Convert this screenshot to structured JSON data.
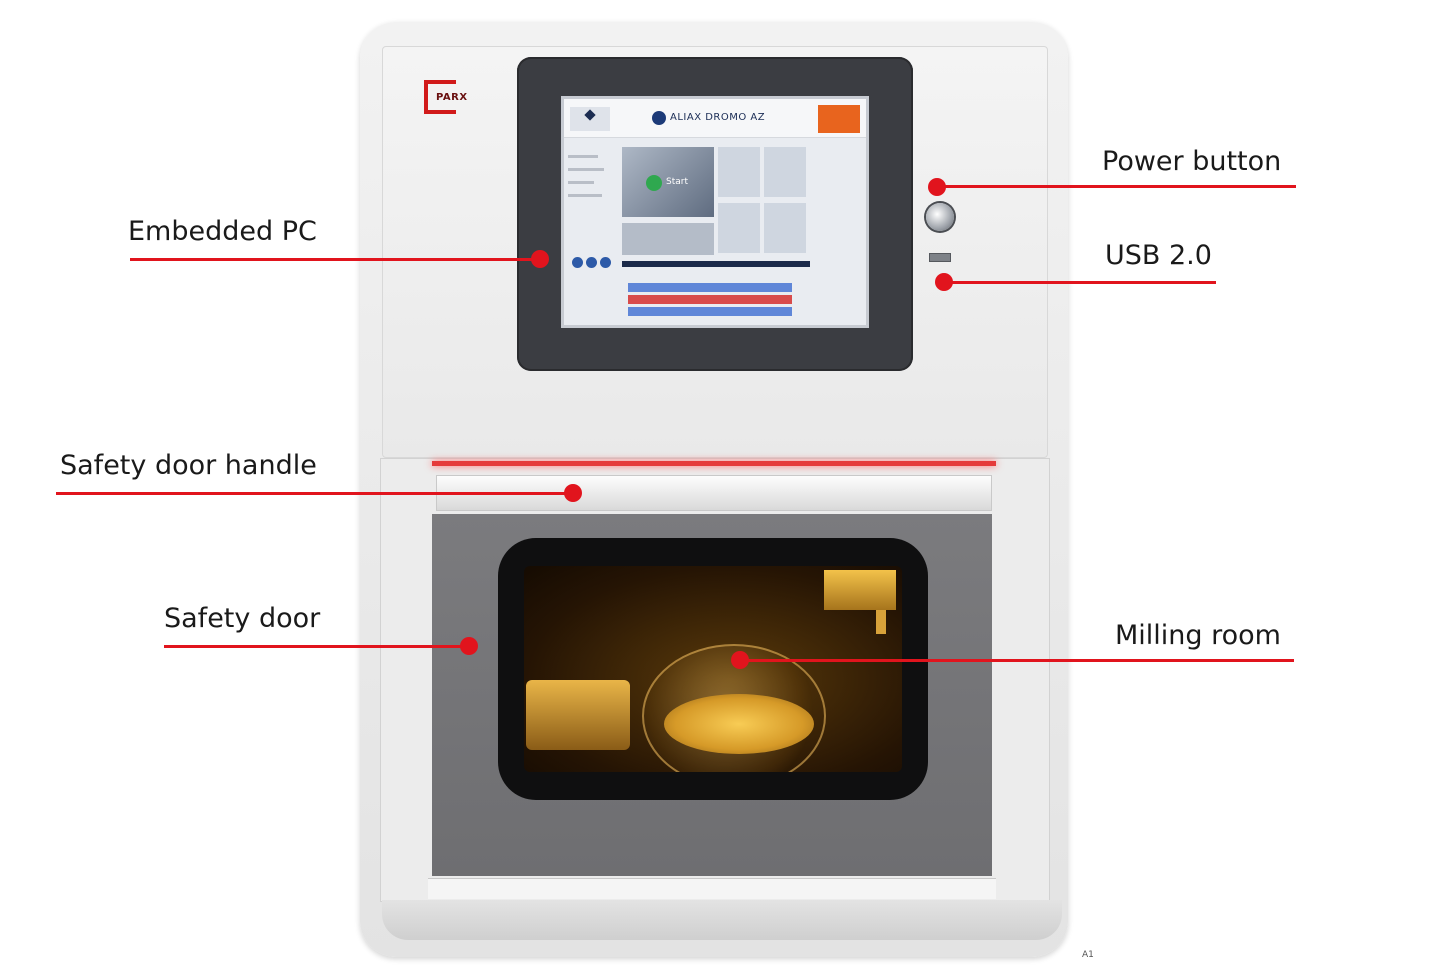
{
  "brand_logo_text": "PARX",
  "screen": {
    "brand_text": "ALIAX DROMO AZ",
    "card_label": "Start"
  },
  "callouts": {
    "embedded_pc": "Embedded PC",
    "power_button": "Power button",
    "usb": "USB 2.0",
    "safety_door_handle": "Safety door handle",
    "safety_door": "Safety door",
    "milling_room": "Milling room"
  },
  "corner_mark": "A1",
  "colors": {
    "accent_red": "#e1141d",
    "screen_orange": "#e8641e",
    "bezel": "#3b3d42",
    "door": "#707073"
  }
}
